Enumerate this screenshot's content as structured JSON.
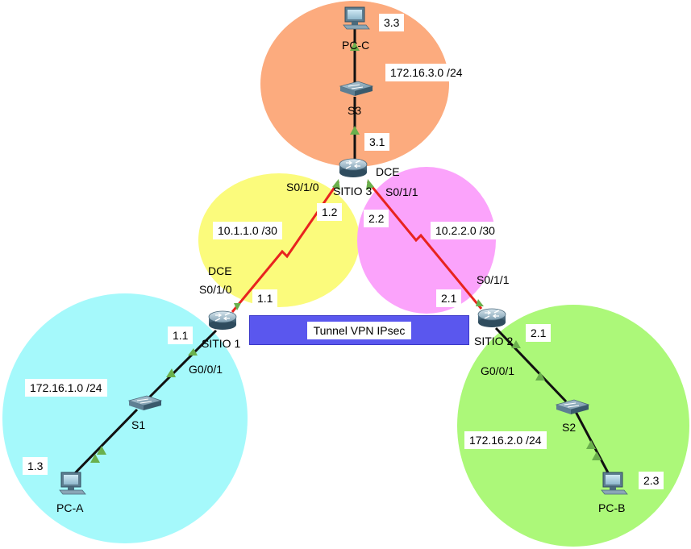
{
  "colors": {
    "site3_zone": "#fcab7e",
    "site1_wan_zone": "#fbfb7c",
    "site2_wan_zone": "#fba3fb",
    "site1_lan_zone": "#a5f9fb",
    "site2_lan_zone": "#acf879",
    "serial_link": "#e8231f",
    "ethernet_link": "#111111",
    "port_up": "#6ab04c",
    "tunnel": "#5a57ee"
  },
  "devices": {
    "pc_c": "PC-C",
    "s3": "S3",
    "sitio3": "SITIO 3",
    "sitio1": "SITIO 1",
    "sitio2": "SITIO 2",
    "s1": "S1",
    "s2": "S2",
    "pc_a": "PC-A",
    "pc_b": "PC-B"
  },
  "labels": {
    "pc_c_addr": "3.3",
    "net_site3_lan": "172.16.3.0 /24",
    "sitio3_lan_addr": "3.1",
    "sitio3_dce": "DCE",
    "sitio3_s010": "S0/1/0",
    "sitio3_s011": "S0/1/1",
    "sitio3_wan1_addr": "1.2",
    "sitio3_wan2_addr": "2.2",
    "net_wan1": "10.1.1.0 /30",
    "net_wan2": "10.2.2.0 /30",
    "sitio1_dce": "DCE",
    "sitio1_s010": "S0/1/0",
    "sitio1_wan_addr": "1.1",
    "sitio1_lan_addr": "1.1",
    "sitio1_g001": "G0/0/1",
    "net_site1_lan": "172.16.1.0 /24",
    "pc_a_addr": "1.3",
    "sitio2_s011": "S0/1/1",
    "sitio2_wan_addr": "2.1",
    "sitio2_lan_addr": "2.1",
    "sitio2_g001": "G0/0/1",
    "net_site2_lan": "172.16.2.0 /24",
    "pc_b_addr": "2.3",
    "tunnel": "Tunnel VPN IPsec"
  }
}
